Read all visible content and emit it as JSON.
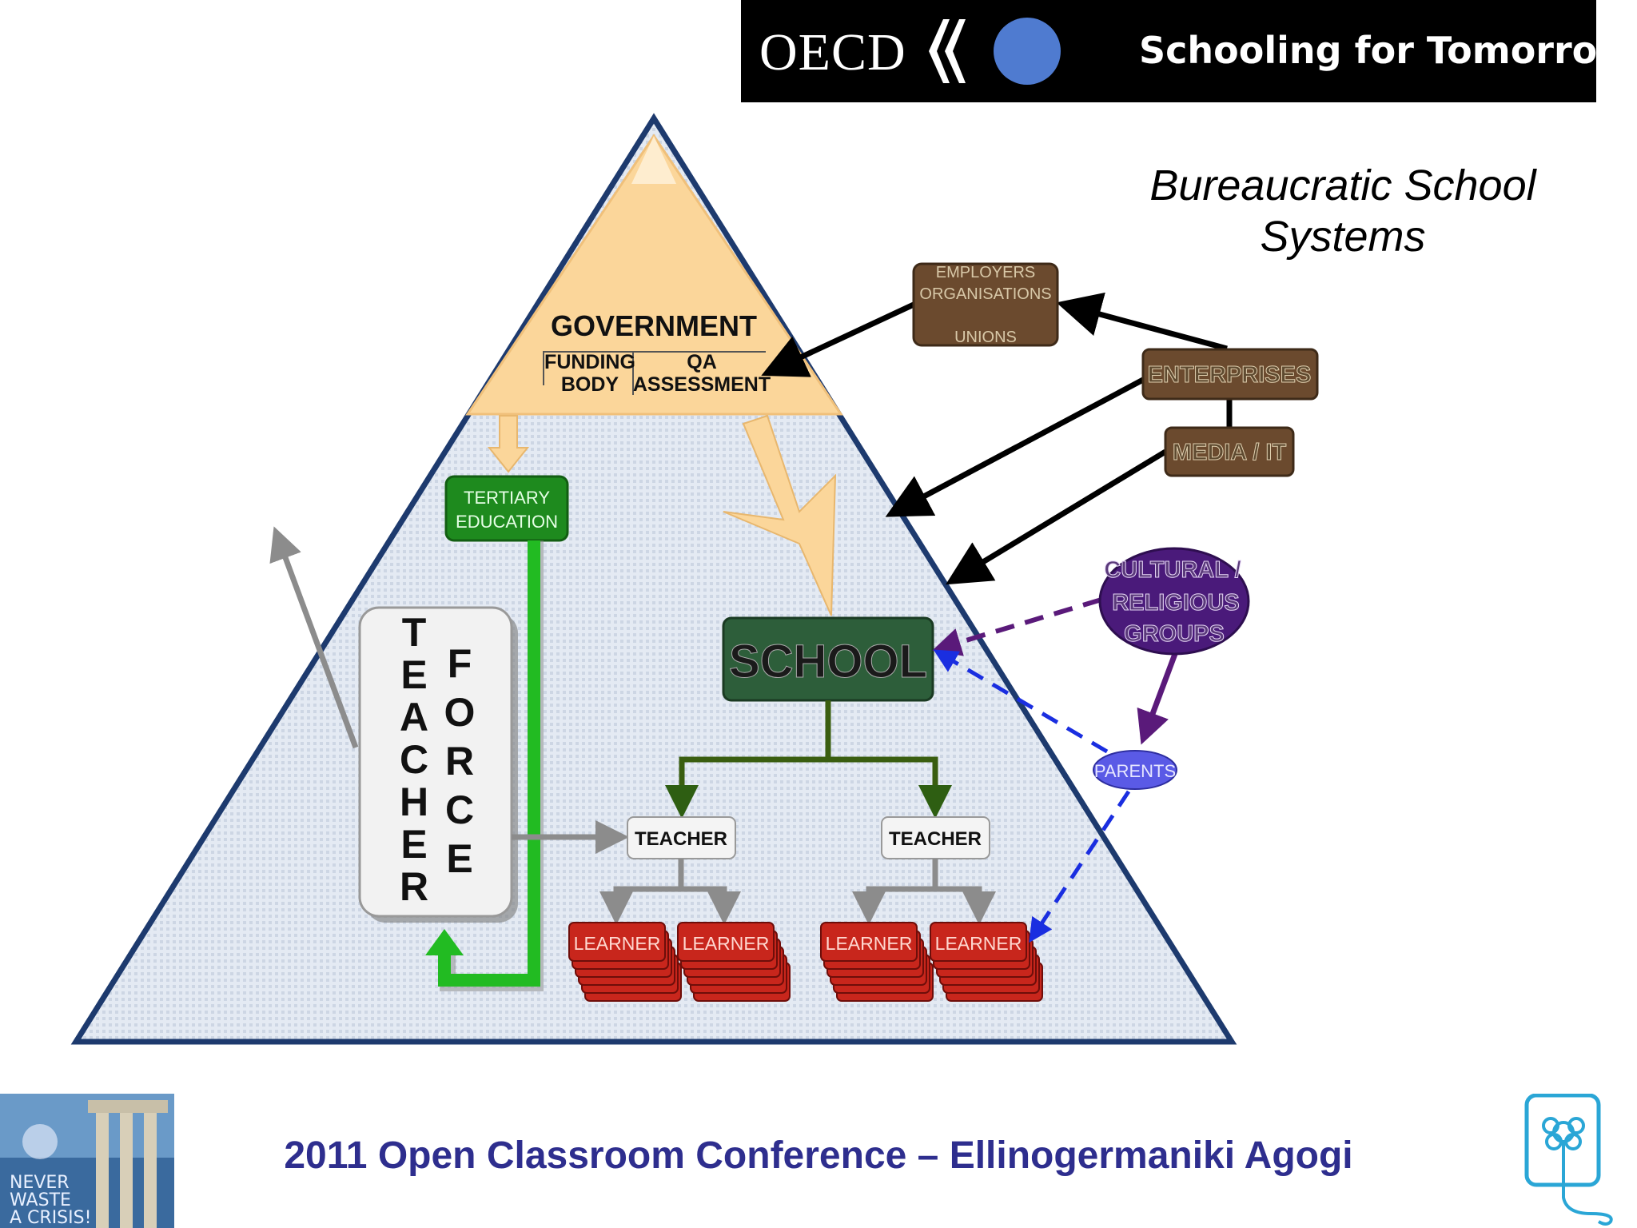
{
  "banner": {
    "org": "OECD",
    "title": "Schooling for Tomorrow"
  },
  "diagram": {
    "title_line1": "Bureaucratic School",
    "title_line2": "Systems",
    "government": "GOVERNMENT",
    "funding_line1": "FUNDING",
    "funding_line2": "BODY",
    "qa_line1": "QA",
    "qa_line2": "ASSESSMENT",
    "tertiary_line1": "TERTIARY",
    "tertiary_line2": "EDUCATION",
    "teacher_force_col1": [
      "T",
      "E",
      "A",
      "C",
      "H",
      "E",
      "R"
    ],
    "teacher_force_col2": [
      "F",
      "O",
      "R",
      "C",
      "E"
    ],
    "school": "SCHOOL",
    "teacher_left": "TEACHER",
    "teacher_right": "TEACHER",
    "learners": [
      "LEARNER",
      "LEARNER",
      "LEARNER",
      "LEARNER"
    ],
    "employers_line1": "EMPLOYERS",
    "employers_line2": "ORGANISATIONS",
    "employers_line3": "UNIONS",
    "enterprises": "ENTERPRISES",
    "media": "MEDIA / IT",
    "cultural_line1": "CULTURAL /",
    "cultural_line2": "RELIGIOUS",
    "cultural_line3": "GROUPS",
    "parents": "PARENTS"
  },
  "footer": {
    "conference": "2011 Open Classroom Conference – Ellinogermaniki Agogi",
    "badge_line1": "NEVER",
    "badge_line2": "WASTE",
    "badge_line3": "A CRISIS!"
  },
  "colors": {
    "triangle_border": "#1d3a6e",
    "triangle_fill": "#dfe6f0",
    "government": "#fbd69a",
    "tertiary": "#1e8a1e",
    "school": "#2d5e3a",
    "learner": "#c8261c",
    "brown_box": "#6b4a2e",
    "cultural": "#4a1a7a",
    "parents": "#5a5ae6",
    "title_blue": "#2e2e8e"
  }
}
